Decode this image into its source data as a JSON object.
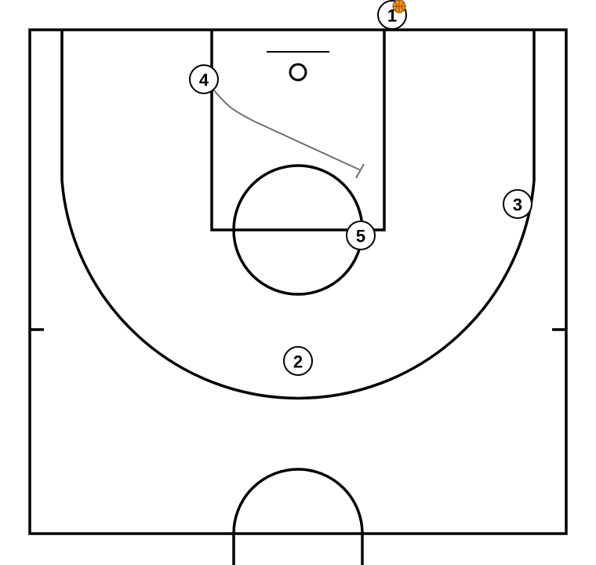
{
  "colors": {
    "court_lines": "#000000",
    "background": "#ffffff",
    "screen_path": "#6e6e6e",
    "ball": "#f7941d"
  },
  "players": [
    {
      "id": "p1",
      "label": "1",
      "has_ball": true
    },
    {
      "id": "p2",
      "label": "2",
      "has_ball": false
    },
    {
      "id": "p3",
      "label": "3",
      "has_ball": false
    },
    {
      "id": "p4",
      "label": "4",
      "has_ball": false
    },
    {
      "id": "p5",
      "label": "5",
      "has_ball": false
    }
  ],
  "movements": [
    {
      "player": "4",
      "type": "screen",
      "description": "screen path"
    }
  ],
  "icons": [
    "basketball-icon",
    "hoop-icon",
    "backboard-icon"
  ]
}
